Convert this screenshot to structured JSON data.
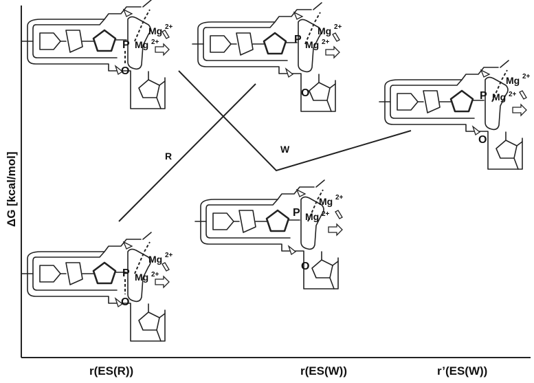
{
  "axes": {
    "y_label": "ΔG [kcal/mol]",
    "x_ticks": [
      "r(ES(R))",
      "r(ES(W))",
      "r’(ES(W))"
    ]
  },
  "paths": {
    "r_label": "R",
    "w_label": "W"
  },
  "structures": [
    {
      "id": "ES-R-top",
      "atoms": [
        "P",
        "O"
      ],
      "ions": [
        "Mg",
        "Mg"
      ],
      "charge": "2+"
    },
    {
      "id": "ES-W-top",
      "atoms": [
        "P",
        "O"
      ],
      "ions": [
        "Mg",
        "Mg"
      ],
      "charge": "2+"
    },
    {
      "id": "ES-W-prime",
      "atoms": [
        "P",
        "O"
      ],
      "ions": [
        "Mg",
        "Mg"
      ],
      "charge": "2+"
    },
    {
      "id": "ES-W-middle",
      "atoms": [
        "P",
        "O"
      ],
      "ions": [
        "Mg",
        "Mg"
      ],
      "charge": "2+"
    },
    {
      "id": "ES-R-bottom",
      "atoms": [
        "P",
        "O"
      ],
      "ions": [
        "Mg",
        "Mg"
      ],
      "charge": "2+"
    }
  ],
  "colors": {
    "ink": "#222222",
    "background": "#ffffff"
  }
}
